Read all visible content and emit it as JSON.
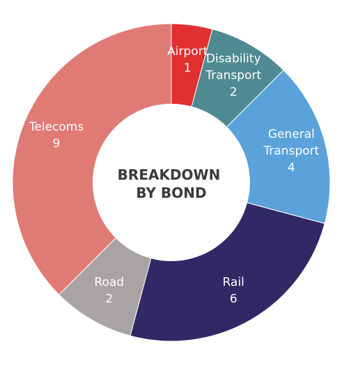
{
  "chart_data": {
    "type": "pie",
    "variant": "donut",
    "center_title_lines": [
      "BREAKDOWN",
      "BY BOND"
    ],
    "slices": [
      {
        "name": "Airport",
        "label_lines": [
          "Airport"
        ],
        "value": 1,
        "color": "#e03030"
      },
      {
        "name": "Disability Transport",
        "label_lines": [
          "Disability",
          "Transport"
        ],
        "value": 2,
        "color": "#4f8a93"
      },
      {
        "name": "General Transport",
        "label_lines": [
          "General",
          "Transport"
        ],
        "value": 4,
        "color": "#5aa2d9"
      },
      {
        "name": "Rail",
        "label_lines": [
          "Rail"
        ],
        "value": 6,
        "color": "#312866"
      },
      {
        "name": "Road",
        "label_lines": [
          "Road"
        ],
        "value": 2,
        "color": "#a8a4a4"
      },
      {
        "name": "Telecoms",
        "label_lines": [
          "Telecoms"
        ],
        "value": 9,
        "color": "#e07a74"
      }
    ]
  }
}
